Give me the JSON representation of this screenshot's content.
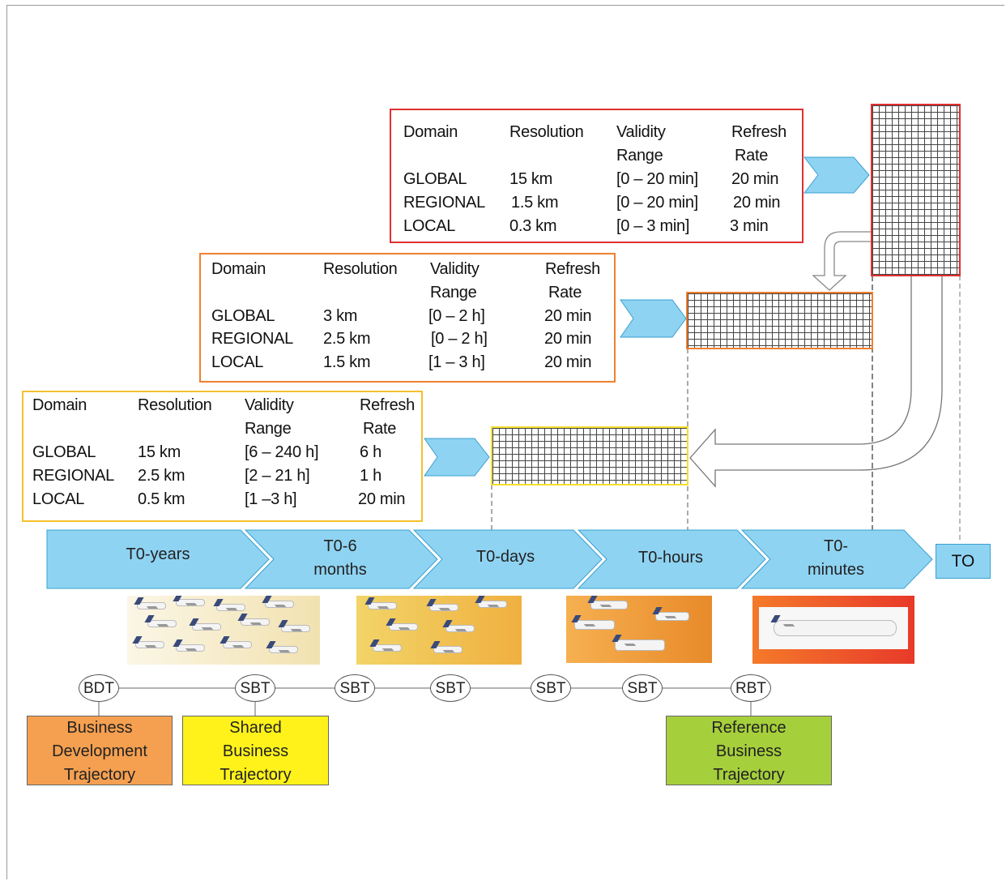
{
  "tables": [
    {
      "id": "red",
      "headers": [
        "Domain",
        "Resolution",
        "Validity",
        "Refresh"
      ],
      "headers2": [
        "",
        "",
        "Range",
        "Rate"
      ],
      "rows": [
        [
          "GLOBAL",
          "15 km",
          "[0 – 20 min]",
          "20 min"
        ],
        [
          "REGIONAL",
          "1.5 km",
          "[0 – 20 min]",
          "20 min"
        ],
        [
          "LOCAL",
          "0.3 km",
          "[0 – 3 min]",
          "3 min"
        ]
      ],
      "color": "#e03030"
    },
    {
      "id": "orange",
      "headers": [
        "Domain",
        "Resolution",
        "Validity",
        "Refresh"
      ],
      "headers2": [
        "",
        "",
        "Range",
        "Rate"
      ],
      "rows": [
        [
          "GLOBAL",
          "3 km",
          "[0 – 2 h]",
          "20 min"
        ],
        [
          "REGIONAL",
          "2.5 km",
          "[0 – 2 h]",
          "20 min"
        ],
        [
          "LOCAL",
          "1.5 km",
          "[1 – 3 h]",
          "20 min"
        ]
      ],
      "color": "#f08030"
    },
    {
      "id": "yellow",
      "headers": [
        "Domain",
        "Resolution",
        "Validity",
        "Refresh"
      ],
      "headers2": [
        "",
        "",
        "Range",
        "Rate"
      ],
      "rows": [
        [
          "GLOBAL",
          "15 km",
          "[6 – 240 h]",
          "6 h"
        ],
        [
          "REGIONAL",
          "2.5 km",
          "[2 – 21 h]",
          "1 h"
        ],
        [
          "LOCAL",
          "0.5 km",
          "[1 –3 h]",
          "20 min"
        ]
      ],
      "color": "#f5c030"
    }
  ],
  "timeline": {
    "phases": [
      "T0-years",
      "T0-6\nmonths",
      "T0-days",
      "T0-hours",
      "T0-\nminutes"
    ],
    "end": "TO",
    "color": "#8fd3f2"
  },
  "nodes": [
    "BDT",
    "SBT",
    "SBT",
    "SBT",
    "SBT",
    "SBT",
    "RBT"
  ],
  "trajectories": [
    {
      "text": "Business\nDevelopment\nTrajectory",
      "color": "#f5a050"
    },
    {
      "text": "Shared\nBusiness\nTrajectory",
      "color": "#fff21a"
    },
    {
      "text": "Reference\nBusiness\nTrajectory",
      "color": "#a6cf3c"
    }
  ]
}
